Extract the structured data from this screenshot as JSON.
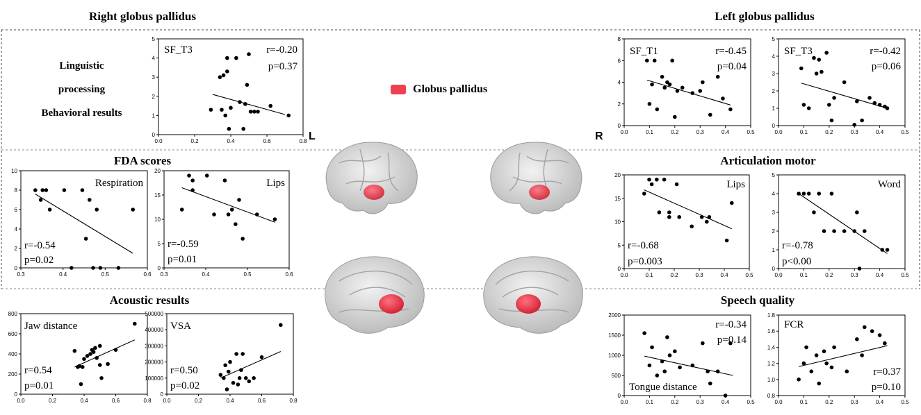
{
  "sections": {
    "right_gp": "Right globus pallidus",
    "left_gp": "Left globus pallidus",
    "fda": "FDA scores",
    "articulation": "Articulation motor",
    "acoustic": "Acoustic results",
    "speech": "Speech quality"
  },
  "linguistic_label": [
    "Linguistic",
    "processing",
    "Behavioral results"
  ],
  "side_labels": {
    "left": "L",
    "right": "R"
  },
  "legend": {
    "label": "Globus pallidus",
    "color": "#ef4050"
  },
  "chart_data": [
    {
      "id": "r_sf_t3",
      "type": "scatter",
      "xlim": [
        0,
        0.8
      ],
      "ylim": [
        0,
        5
      ],
      "xticks": [
        "0.0",
        "0.2",
        "0.4",
        "0.6",
        "0.8"
      ],
      "yticks": [
        "0",
        "1",
        "2",
        "3",
        "4",
        "5"
      ],
      "annotations": [
        "SF_T3",
        "r=-0.20",
        "p=0.37"
      ],
      "x": [
        0.29,
        0.34,
        0.35,
        0.36,
        0.37,
        0.38,
        0.39,
        0.4,
        0.43,
        0.45,
        0.47,
        0.48,
        0.49,
        0.5,
        0.51,
        0.53,
        0.62,
        0.72,
        0.38,
        0.55
      ],
      "y": [
        1.3,
        3.0,
        1.3,
        3.1,
        1.0,
        3.3,
        0.3,
        1.4,
        4.0,
        1.7,
        0.3,
        1.6,
        2.6,
        4.2,
        1.2,
        1.2,
        1.5,
        1.0,
        4.0,
        1.2
      ],
      "fit": [
        [
          0.3,
          2.1
        ],
        [
          0.7,
          1.05
        ]
      ]
    },
    {
      "id": "l_sf_t1",
      "type": "scatter",
      "xlim": [
        0,
        0.5
      ],
      "ylim": [
        0,
        8
      ],
      "xticks": [
        "0.0",
        "0.1",
        "0.2",
        "0.3",
        "0.4",
        "0.5"
      ],
      "yticks": [
        "0",
        "2",
        "4",
        "6",
        "8"
      ],
      "annotations": [
        "SF_T1",
        "r=-0.45",
        "p=0.04"
      ],
      "x": [
        0.09,
        0.1,
        0.11,
        0.12,
        0.13,
        0.15,
        0.16,
        0.17,
        0.18,
        0.19,
        0.2,
        0.21,
        0.23,
        0.27,
        0.3,
        0.31,
        0.34,
        0.37,
        0.39,
        0.42
      ],
      "y": [
        6.0,
        2.0,
        3.8,
        6.0,
        1.5,
        4.5,
        3.5,
        4.0,
        3.8,
        6.0,
        0.8,
        3.2,
        3.5,
        3.0,
        3.2,
        4.0,
        1.0,
        4.5,
        2.5,
        1.5
      ],
      "fit": [
        [
          0.09,
          4.2
        ],
        [
          0.42,
          1.9
        ]
      ]
    },
    {
      "id": "l_sf_t3",
      "type": "scatter",
      "xlim": [
        0,
        0.5
      ],
      "ylim": [
        0,
        5
      ],
      "xticks": [
        "0.0",
        "0.1",
        "0.2",
        "0.3",
        "0.4",
        "0.5"
      ],
      "yticks": [
        "0",
        "1",
        "2",
        "3",
        "4",
        "5"
      ],
      "annotations": [
        "SF_T3",
        "r=-0.42",
        "p=0.06"
      ],
      "x": [
        0.09,
        0.1,
        0.12,
        0.14,
        0.15,
        0.16,
        0.17,
        0.19,
        0.2,
        0.21,
        0.22,
        0.26,
        0.3,
        0.31,
        0.33,
        0.36,
        0.38,
        0.4,
        0.42,
        0.43
      ],
      "y": [
        3.3,
        1.2,
        1.0,
        3.9,
        3.0,
        3.8,
        3.1,
        4.2,
        1.2,
        0.3,
        1.6,
        2.5,
        0.05,
        1.4,
        0.3,
        1.6,
        1.3,
        1.2,
        1.1,
        1.0
      ],
      "fit": [
        [
          0.09,
          2.45
        ],
        [
          0.43,
          1.0
        ]
      ]
    },
    {
      "id": "fda_resp",
      "type": "scatter",
      "xlim": [
        0.3,
        0.65
      ],
      "ylim": [
        0,
        10
      ],
      "xticks": [
        "0.3",
        "0.4",
        "0.5",
        "0.6"
      ],
      "yticks": [
        "0",
        "2",
        "4",
        "6",
        "8",
        "10"
      ],
      "annotations": [
        "Respiration",
        "r=-0.54",
        "p=0.02"
      ],
      "x": [
        0.34,
        0.36,
        0.37,
        0.38,
        0.42,
        0.44,
        0.47,
        0.48,
        0.49,
        0.5,
        0.51,
        0.52,
        0.57,
        0.61,
        0.355
      ],
      "y": [
        8,
        8,
        8,
        6,
        8,
        0,
        8,
        3,
        7,
        0,
        6,
        0,
        0,
        6,
        7
      ],
      "fit": [
        [
          0.34,
          7.6
        ],
        [
          0.61,
          1.5
        ]
      ]
    },
    {
      "id": "fda_lips",
      "type": "scatter",
      "xlim": [
        0.3,
        0.65
      ],
      "ylim": [
        0,
        20
      ],
      "xticks": [
        "0.3",
        "0.4",
        "0.5",
        "0.6"
      ],
      "yticks": [
        "0",
        "5",
        "10",
        "15",
        "20"
      ],
      "annotations": [
        "Lips",
        "r=-0.59",
        "p=0.01"
      ],
      "x": [
        0.35,
        0.37,
        0.38,
        0.38,
        0.42,
        0.44,
        0.47,
        0.48,
        0.49,
        0.5,
        0.51,
        0.52,
        0.56,
        0.61
      ],
      "y": [
        12,
        19,
        18,
        16,
        19,
        11,
        18,
        11,
        12,
        9,
        14,
        6,
        11,
        10
      ],
      "fit": [
        [
          0.35,
          16.5
        ],
        [
          0.61,
          9.4
        ]
      ]
    },
    {
      "id": "art_lips",
      "type": "scatter",
      "xlim": [
        0,
        0.5
      ],
      "ylim": [
        0,
        20
      ],
      "xticks": [
        "0.0",
        "0.1",
        "0.2",
        "0.3",
        "0.4",
        "0.5"
      ],
      "yticks": [
        "0",
        "5",
        "10",
        "15",
        "20"
      ],
      "annotations": [
        "Lips",
        "r=-0.68",
        "p=0.003"
      ],
      "x": [
        0.08,
        0.1,
        0.11,
        0.13,
        0.14,
        0.16,
        0.18,
        0.18,
        0.21,
        0.22,
        0.27,
        0.31,
        0.33,
        0.34,
        0.41,
        0.43
      ],
      "y": [
        16,
        19,
        18,
        19,
        12,
        19,
        11,
        12,
        18,
        11,
        9,
        11,
        10,
        11,
        6,
        14
      ],
      "fit": [
        [
          0.08,
          16.8
        ],
        [
          0.43,
          8.5
        ]
      ]
    },
    {
      "id": "art_word",
      "type": "scatter",
      "xlim": [
        0,
        0.5
      ],
      "ylim": [
        0,
        5
      ],
      "xticks": [
        "0.0",
        "0.1",
        "0.2",
        "0.3",
        "0.4",
        "0.5"
      ],
      "yticks": [
        "0",
        "1",
        "2",
        "3",
        "4",
        "5"
      ],
      "annotations": [
        "Word",
        "r=-0.78",
        "p<0.00"
      ],
      "x": [
        0.08,
        0.1,
        0.12,
        0.14,
        0.16,
        0.18,
        0.21,
        0.22,
        0.26,
        0.31,
        0.32,
        0.34,
        0.41,
        0.43,
        0.3
      ],
      "y": [
        4,
        4,
        4,
        3,
        4,
        2,
        4,
        2,
        2,
        3,
        0,
        2,
        1,
        1,
        2
      ],
      "fit": [
        [
          0.08,
          4.0
        ],
        [
          0.43,
          0.8
        ]
      ]
    },
    {
      "id": "ac_jaw",
      "type": "scatter",
      "xlim": [
        0,
        0.8
      ],
      "ylim": [
        0,
        800
      ],
      "xticks": [
        "0.0",
        "0.2",
        "0.4",
        "0.6",
        "0.8"
      ],
      "yticks": [
        "0",
        "200",
        "400",
        "600",
        "800"
      ],
      "annotations": [
        "Jaw distance",
        "r=0.54",
        "p=0.01"
      ],
      "x": [
        0.34,
        0.36,
        0.37,
        0.38,
        0.4,
        0.42,
        0.44,
        0.46,
        0.47,
        0.48,
        0.5,
        0.5,
        0.51,
        0.55,
        0.6,
        0.72,
        0.39,
        0.45
      ],
      "y": [
        430,
        270,
        280,
        100,
        350,
        380,
        400,
        420,
        460,
        360,
        480,
        290,
        160,
        300,
        440,
        700,
        270,
        440
      ],
      "fit": [
        [
          0.34,
          270
        ],
        [
          0.72,
          540
        ]
      ]
    },
    {
      "id": "ac_vsa",
      "type": "scatter",
      "xlim": [
        0,
        0.8
      ],
      "ylim": [
        0,
        500000
      ],
      "xticks": [
        "0.0",
        "0.2",
        "0.4",
        "0.6",
        "0.8"
      ],
      "yticks": [
        "0",
        "100000",
        "200000",
        "300000",
        "400000",
        "500000"
      ],
      "annotations": [
        "VSA",
        "r=0.50",
        "p=0.02"
      ],
      "x": [
        0.34,
        0.36,
        0.37,
        0.38,
        0.4,
        0.42,
        0.44,
        0.45,
        0.46,
        0.48,
        0.5,
        0.52,
        0.55,
        0.6,
        0.72,
        0.39,
        0.47
      ],
      "y": [
        120000,
        100000,
        180000,
        30000,
        200000,
        70000,
        250000,
        60000,
        100000,
        250000,
        100000,
        80000,
        100000,
        230000,
        430000,
        140000,
        150000
      ],
      "fit": [
        [
          0.34,
          100000
        ],
        [
          0.72,
          265000
        ]
      ]
    },
    {
      "id": "sq_tongue",
      "type": "scatter",
      "xlim": [
        0,
        0.5
      ],
      "ylim": [
        0,
        2000
      ],
      "xticks": [
        "0.0",
        "0.1",
        "0.2",
        "0.3",
        "0.4",
        "0.5"
      ],
      "yticks": [
        "0",
        "500",
        "1000",
        "1500",
        "2000"
      ],
      "annotations": [
        "r=-0.34",
        "p=0.14",
        "Tongue distance"
      ],
      "x": [
        0.08,
        0.1,
        0.11,
        0.13,
        0.15,
        0.17,
        0.18,
        0.2,
        0.22,
        0.27,
        0.31,
        0.33,
        0.34,
        0.37,
        0.4,
        0.42,
        0.16
      ],
      "y": [
        1550,
        750,
        1200,
        500,
        850,
        1450,
        1000,
        1100,
        700,
        750,
        1300,
        600,
        300,
        600,
        0,
        1300,
        600
      ],
      "fit": [
        [
          0.08,
          980
        ],
        [
          0.43,
          500
        ]
      ]
    },
    {
      "id": "sq_fcr",
      "type": "scatter",
      "xlim": [
        0,
        0.5
      ],
      "ylim": [
        0.8,
        1.8
      ],
      "xticks": [
        "0.0",
        "0.1",
        "0.2",
        "0.3",
        "0.4",
        "0.5"
      ],
      "yticks": [
        "0.8",
        "1.0",
        "1.2",
        "1.4",
        "1.6",
        "1.8"
      ],
      "annotations": [
        "FCR",
        "r=0.37",
        "p=0.10"
      ],
      "x": [
        0.08,
        0.1,
        0.11,
        0.13,
        0.15,
        0.16,
        0.18,
        0.19,
        0.21,
        0.22,
        0.27,
        0.31,
        0.33,
        0.34,
        0.37,
        0.4,
        0.42
      ],
      "y": [
        1.0,
        1.2,
        1.4,
        1.1,
        1.3,
        0.95,
        1.35,
        1.2,
        1.15,
        1.4,
        1.1,
        1.5,
        1.3,
        1.65,
        1.6,
        1.55,
        1.45
      ],
      "fit": [
        [
          0.08,
          1.16
        ],
        [
          0.43,
          1.42
        ]
      ]
    }
  ]
}
